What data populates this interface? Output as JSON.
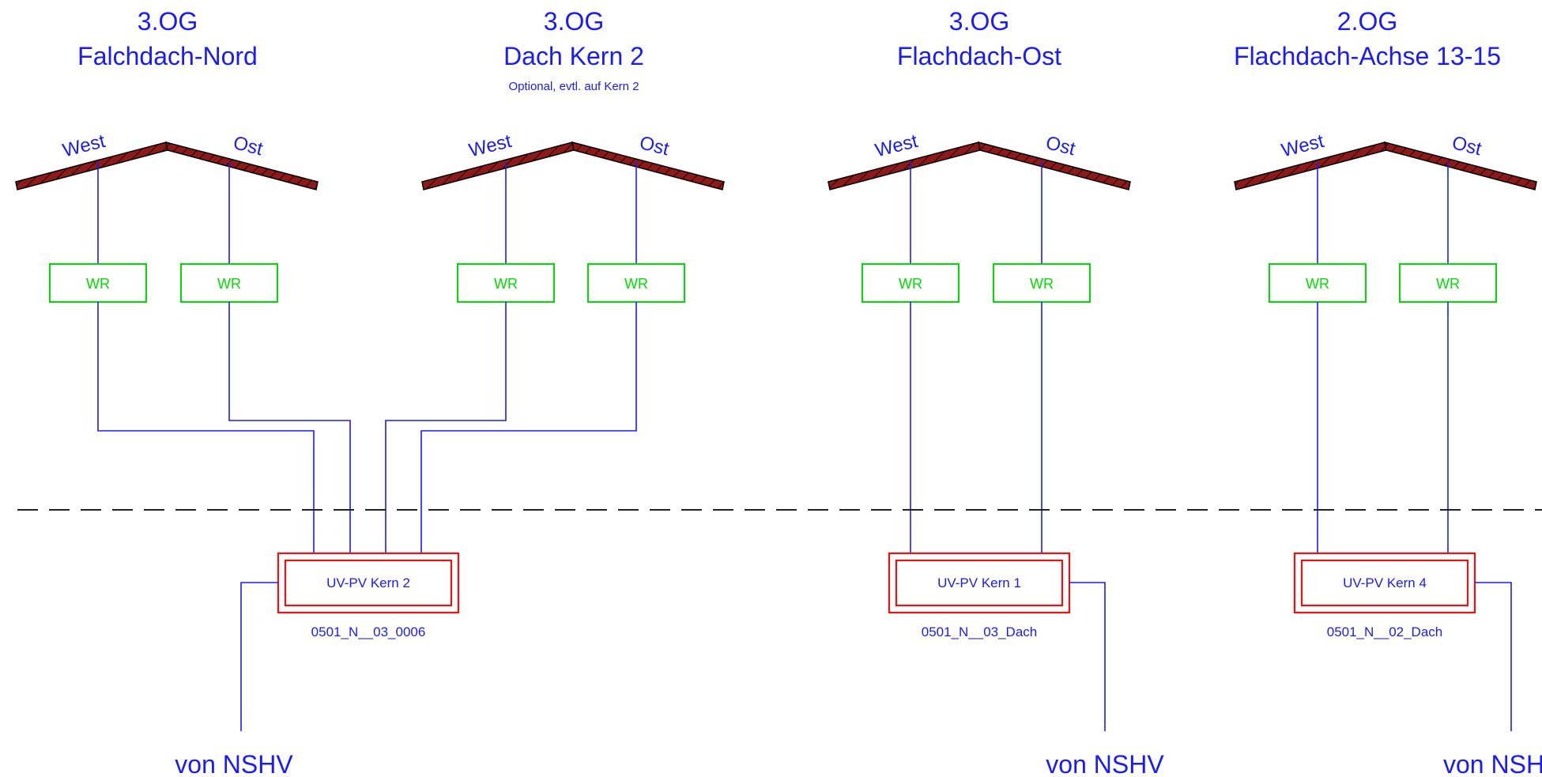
{
  "colors": {
    "wire": "#1a1aff",
    "inverter": "#00dd00",
    "distribution_box": "#ee1111",
    "roof": "#8b1a1a",
    "divider": "#222222"
  },
  "sections": [
    {
      "floor": "3.OG",
      "name": "Falchdach-Nord",
      "note": "",
      "west": "West",
      "east": "Ost",
      "wr_left": "WR",
      "wr_right": "WR"
    },
    {
      "floor": "3.OG",
      "name": "Dach Kern 2",
      "note": "Optional, evtl. auf Kern 2",
      "west": "West",
      "east": "Ost",
      "wr_left": "WR",
      "wr_right": "WR"
    },
    {
      "floor": "3.OG",
      "name": "Flachdach-Ost",
      "note": "",
      "west": "West",
      "east": "Ost",
      "wr_left": "WR",
      "wr_right": "WR"
    },
    {
      "floor": "2.OG",
      "name": "Flachdach-Achse 13-15",
      "note": "",
      "west": "West",
      "east": "Ost",
      "wr_left": "WR",
      "wr_right": "WR"
    }
  ],
  "panels": [
    {
      "label": "UV-PV Kern 2",
      "code": "0501_N__03_0006",
      "feed": "von NSHV"
    },
    {
      "label": "UV-PV Kern 1",
      "code": "0501_N__03_Dach",
      "feed": "von NSHV"
    },
    {
      "label": "UV-PV Kern 4",
      "code": "0501_N__02_Dach",
      "feed": "von NSHV"
    }
  ]
}
